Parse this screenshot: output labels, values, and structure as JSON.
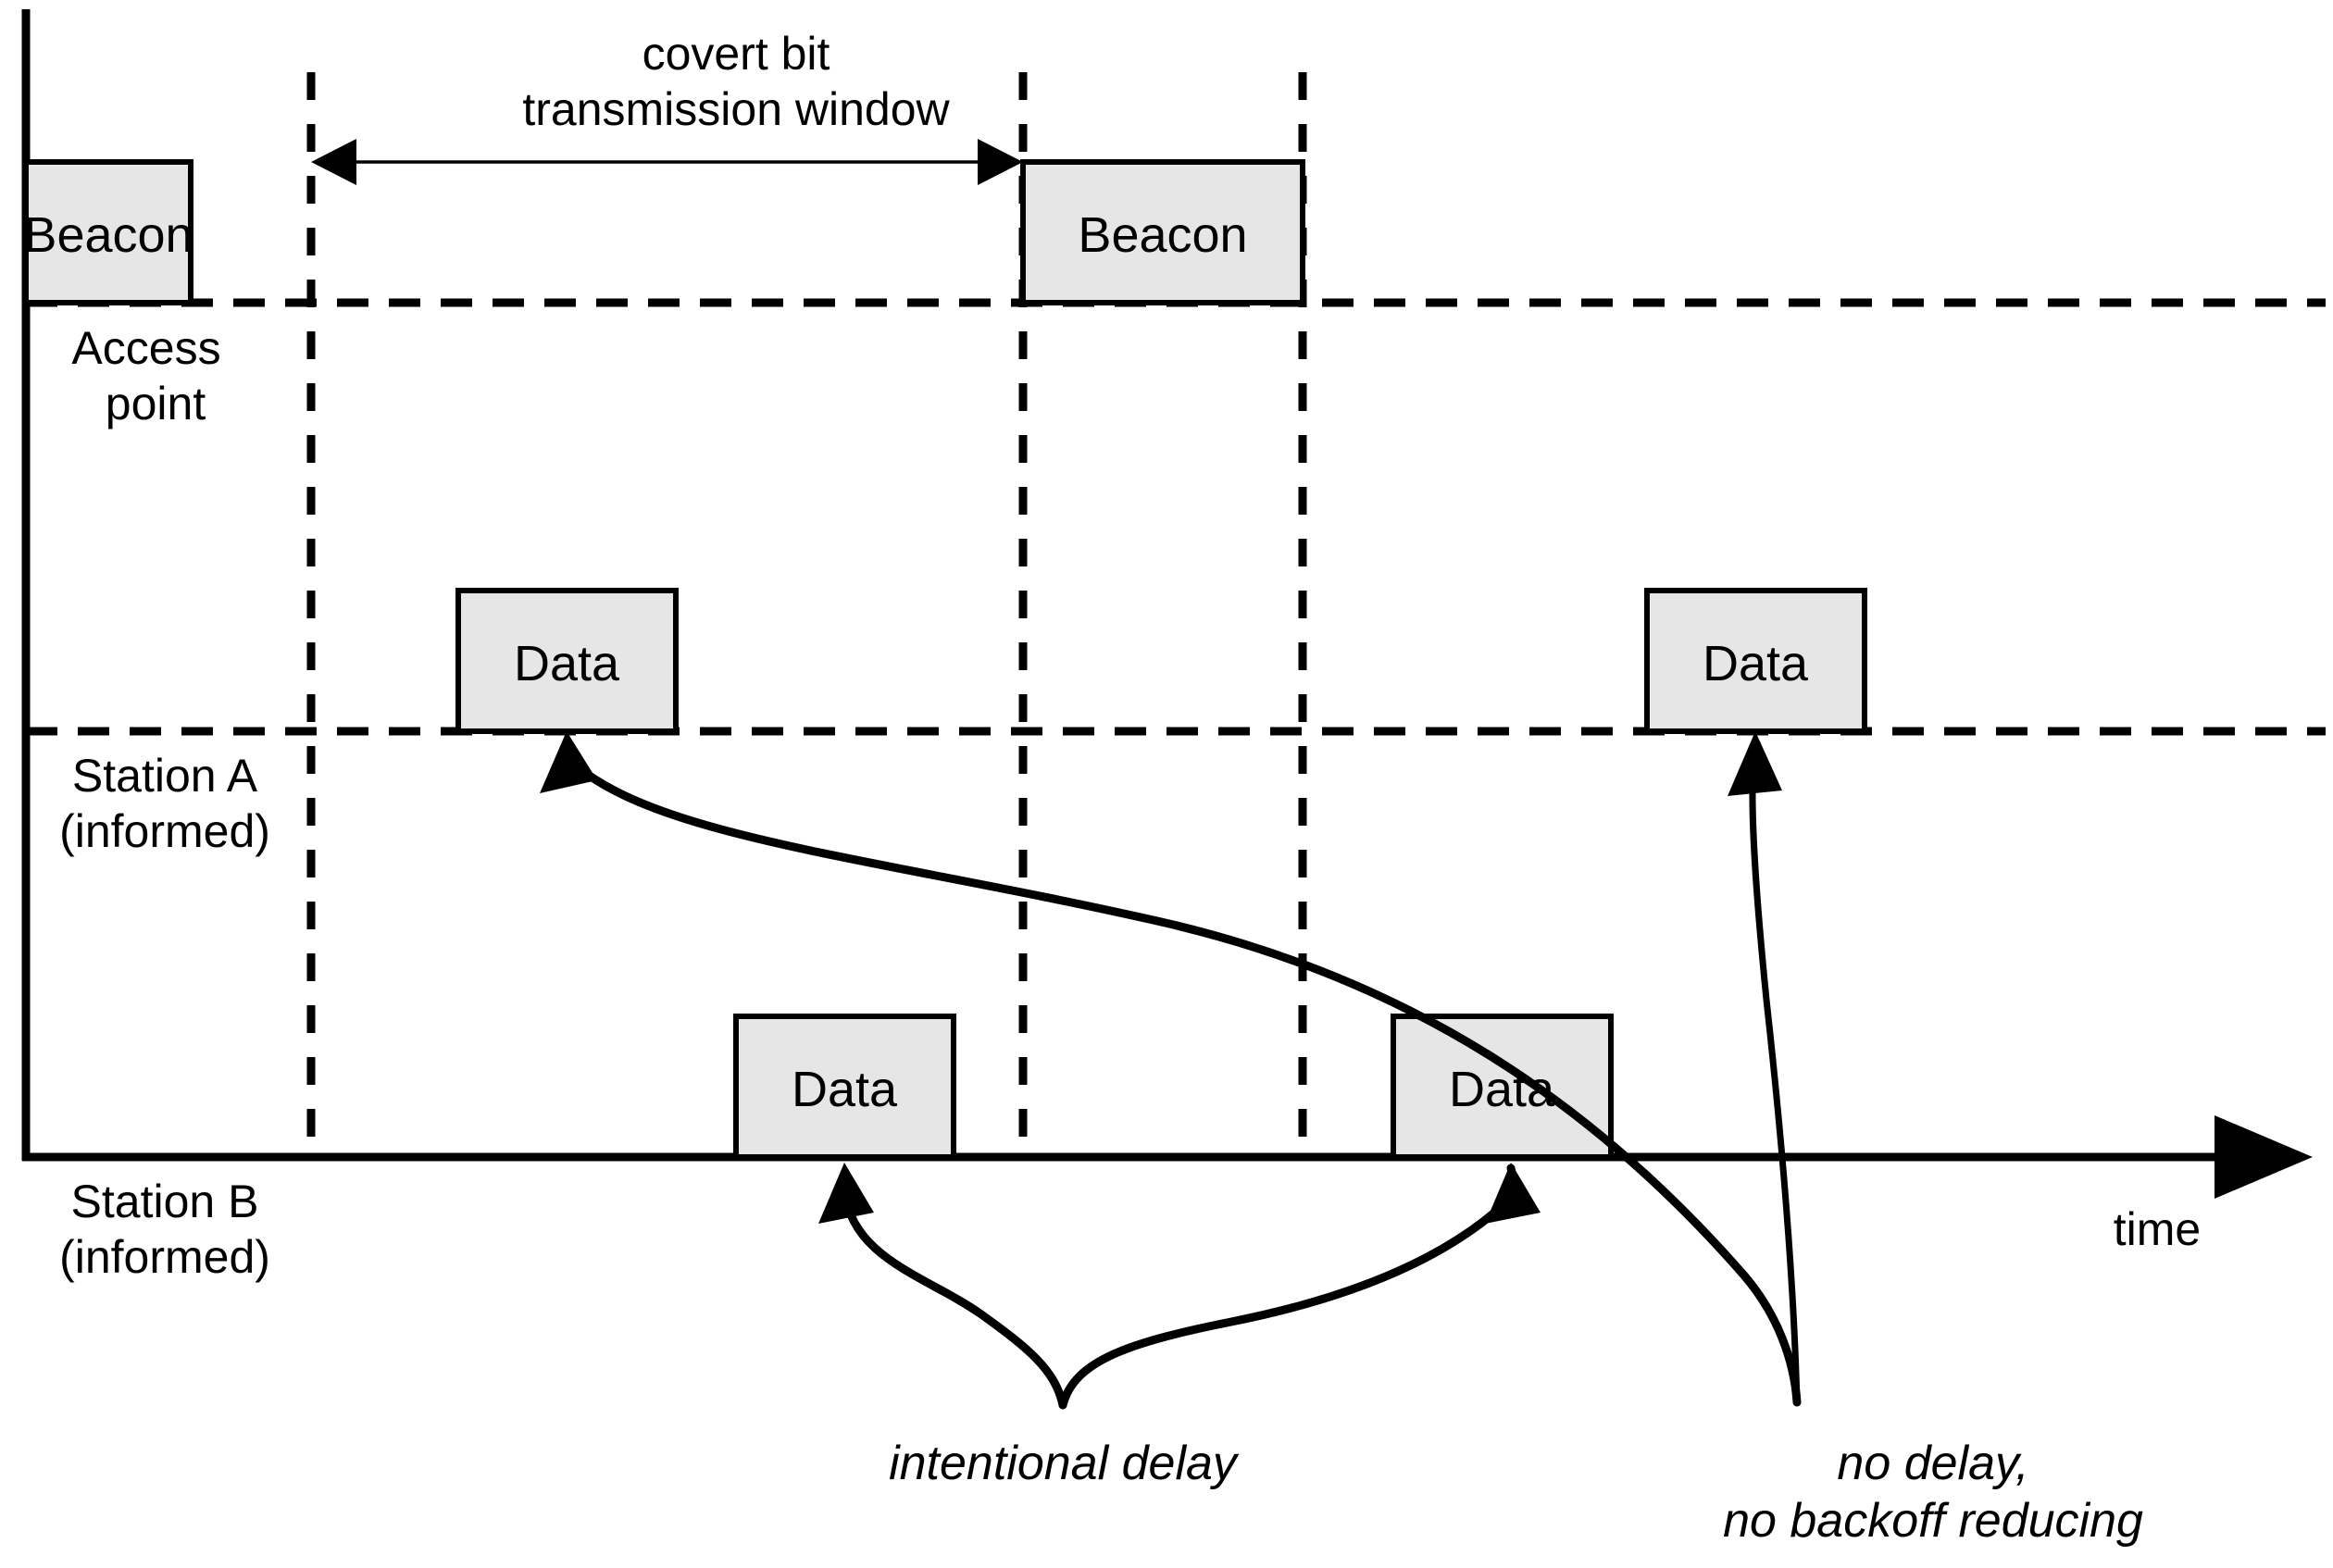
{
  "diagram": {
    "title": "covert channel timing diagram",
    "axis": {
      "time_label": "time",
      "arrow_direction": "right"
    },
    "window": {
      "label_line1": "covert bit",
      "label_line2": "transmission window",
      "marker_icon": "double-headed-arrow-icon"
    },
    "lanes": [
      {
        "id": "access-point",
        "label_line1": "Access",
        "label_line2": "point"
      },
      {
        "id": "station-a",
        "label_line1": "Station A",
        "label_line2": "(informed)"
      },
      {
        "id": "station-b",
        "label_line1": "Station B",
        "label_line2": "(informed)"
      }
    ],
    "frames": [
      {
        "id": "beacon-1",
        "label": "Beacon",
        "lane": "access-point"
      },
      {
        "id": "beacon-2",
        "label": "Beacon",
        "lane": "access-point"
      },
      {
        "id": "data-a-1",
        "label": "Data",
        "lane": "station-a"
      },
      {
        "id": "data-a-2",
        "label": "Data",
        "lane": "station-a"
      },
      {
        "id": "data-b-1",
        "label": "Data",
        "lane": "station-b"
      },
      {
        "id": "data-b-2",
        "label": "Data",
        "lane": "station-b"
      }
    ],
    "annotations": [
      {
        "id": "intentional-delay",
        "line1": "intentional delay",
        "line2": ""
      },
      {
        "id": "no-delay",
        "line1": "no delay,",
        "line2": "no backoff reducing"
      }
    ],
    "colors": {
      "frame_fill": "#e6e6e6",
      "stroke": "#000000",
      "background": "#ffffff"
    }
  }
}
